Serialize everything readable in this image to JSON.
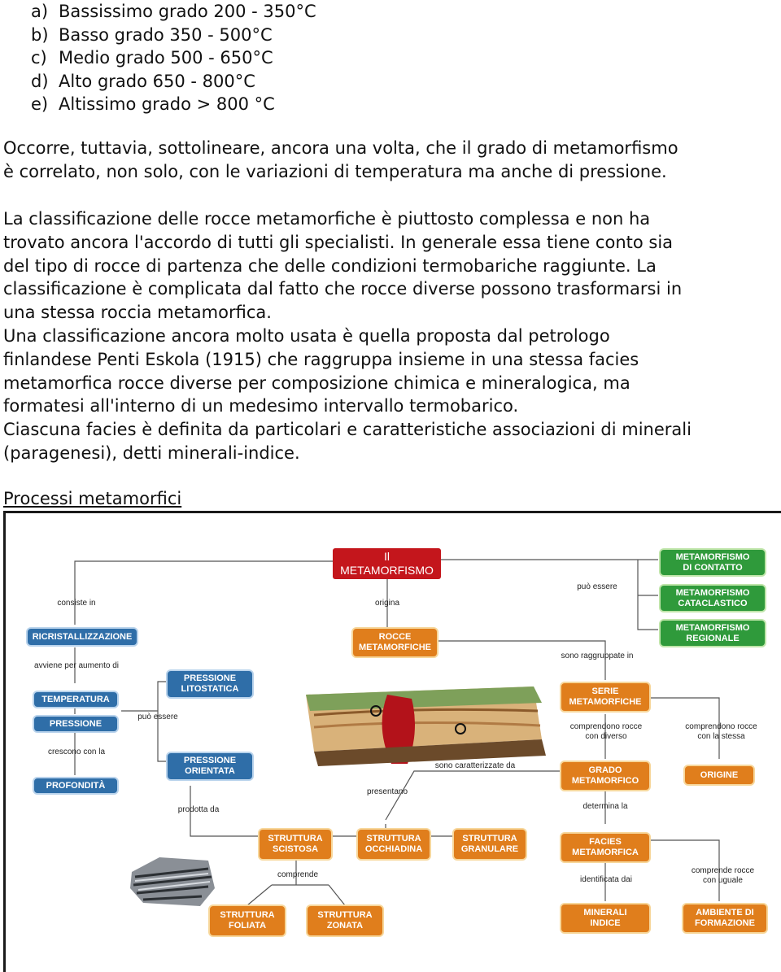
{
  "grades": [
    {
      "marker": "a)",
      "text": "Bassissimo grado 200 - 350°C"
    },
    {
      "marker": "b)",
      "text": "Basso grado 350 - 500°C"
    },
    {
      "marker": "c)",
      "text": "Medio grado 500 - 650°C"
    },
    {
      "marker": "d)",
      "text": "Alto grado 650 - 800°C"
    },
    {
      "marker": "e)",
      "text": "Altissimo grado > 800 °C"
    }
  ],
  "para1": [
    "Occorre, tuttavia, sottolineare, ancora una volta, che il grado di metamorfismo",
    "è correlato, non solo, con le variazioni di temperatura ma anche di pressione."
  ],
  "para2": [
    "La classificazione delle rocce metamorfiche è piuttosto complessa e non ha",
    "trovato ancora l'accordo di tutti gli specialisti. In generale essa tiene conto sia",
    "del tipo di rocce di partenza che delle condizioni termobariche raggiunte. La",
    "classificazione è complicata dal fatto che rocce diverse possono trasformarsi in",
    "una stessa roccia metamorfica.",
    "Una classificazione ancora molto usata è quella proposta dal petrologo",
    "finlandese Penti Eskola (1915) che raggruppa insieme in una stessa facies",
    "metamorfica rocce diverse per composizione chimica e mineralogica, ma",
    "formatesi all'interno di un medesimo intervallo termobarico.",
    "Ciascuna facies è definita da particolari e caratteristiche associazioni di minerali",
    "(paragenesi), detti minerali-indice."
  ],
  "section_title": "Processi metamorfici",
  "diagram": {
    "main": "Il\nMETAMORFISMO",
    "rocce": "ROCCE\nMETAMORFICHE",
    "contatto": "METAMORFISMO\nDI CONTATTO",
    "cataclastico": "METAMORFISMO\nCATACLASTICO",
    "regionale": "METAMORFISMO\nREGIONALE",
    "ricristallizzazione": "RICRISTALLIZZAZIONE",
    "temperatura": "TEMPERATURA",
    "pressione": "PRESSIONE",
    "profondita": "PROFONDITÀ",
    "p_litostatica": "PRESSIONE\nLITOSTATICA",
    "p_orientata": "PRESSIONE\nORIENTATA",
    "serie": "SERIE\nMETAMORFICHE",
    "grado": "GRADO\nMETAMORFICO",
    "origine": "ORIGINE",
    "facies": "FACIES\nMETAMORFICA",
    "minerali": "MINERALI\nINDICE",
    "ambiente": "AMBIENTE DI\nFORMAZIONE",
    "scistosa": "STRUTTURA\nSCISTOSA",
    "occhiadina": "STRUTTURA\nOCCHIADINA",
    "granulare": "STRUTTURA\nGRANULARE",
    "foliata": "STRUTTURA\nFOLIATA",
    "zonata": "STRUTTURA\nZONATA",
    "lbl_consiste": "consiste in",
    "lbl_avviene": "avviene per aumento di",
    "lbl_puo_essere_left": "può essere",
    "lbl_crescono": "crescono con la",
    "lbl_prodotta": "prodotta da",
    "lbl_origina": "origina",
    "lbl_puo_essere_right": "può essere",
    "lbl_sono_raggruppate": "sono raggruppate in",
    "lbl_comprendono_diverso": "comprendono rocce\ncon diverso",
    "lbl_comprendono_stesso": "comprendono rocce\ncon la stessa",
    "lbl_caratterizzate": "sono caratterizzate da",
    "lbl_presentano": "presentano",
    "lbl_determina": "determina la",
    "lbl_identificata": "identificata dai",
    "lbl_comprende_uguale": "comprende rocce\ncon uguale",
    "lbl_comprende": "comprende"
  },
  "colors": {
    "blue": "#2f6ea8",
    "orange": "#e07e1c",
    "green": "#2f9a3b",
    "red": "#c4161c"
  }
}
